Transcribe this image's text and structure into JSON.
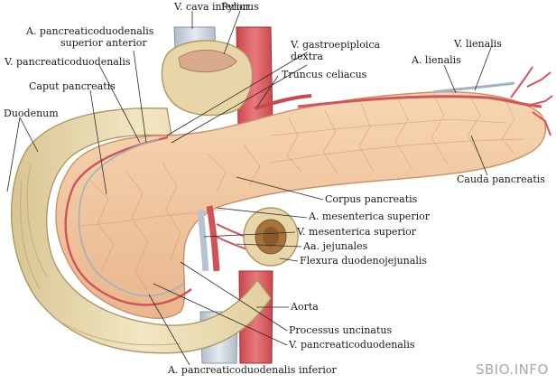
{
  "labels": {
    "v_cava_inferior": "V. cava inferior",
    "pylorus": "Pylorus",
    "a_pancreaticoduodenalis_sup_ant_1": "A. pancreaticoduodenalis",
    "a_pancreaticoduodenalis_sup_ant_2": "superior anterior",
    "v_gastroepiploica_1": "V. gastroepiploica",
    "v_gastroepiploica_2": "dextra",
    "v_pancreaticoduodenalis_top": "V. pancreaticoduodenalis",
    "truncus_celiacus": "Truncus celiacus",
    "v_lienalis": "V. lienalis",
    "a_lienalis": "A. lienalis",
    "caput_pancreatis": "Caput pancreatis",
    "duodenum": "Duodenum",
    "cauda_pancreatis": "Cauda pancreatis",
    "corpus_pancreatis": "Corpus pancreatis",
    "a_mesenterica_superior": "A. mesenterica superior",
    "v_mesenterica_superior": "V. mesenterica superior",
    "aa_jejunales": "Aa. jejunales",
    "flexura_duodenojejunalis": "Flexura duodenojejunalis",
    "aorta": "Aorta",
    "processus_uncinatus": "Processus uncinatus",
    "v_pancreaticoduodenalis_bottom": "V. pancreaticoduodenalis",
    "a_pancreaticoduodenalis_inferior": "A. pancreaticoduodenalis inferior"
  },
  "watermark": "SBIO.INFO",
  "colors": {
    "pancreas": "#f1c79e",
    "pancreas_edge": "#d39a72",
    "duodenum": "#ead9ad",
    "duodenum_edge": "#b59f6c",
    "artery": "#d9575b",
    "vein": "#c8d2dc",
    "leader": "#2a2a2a"
  }
}
